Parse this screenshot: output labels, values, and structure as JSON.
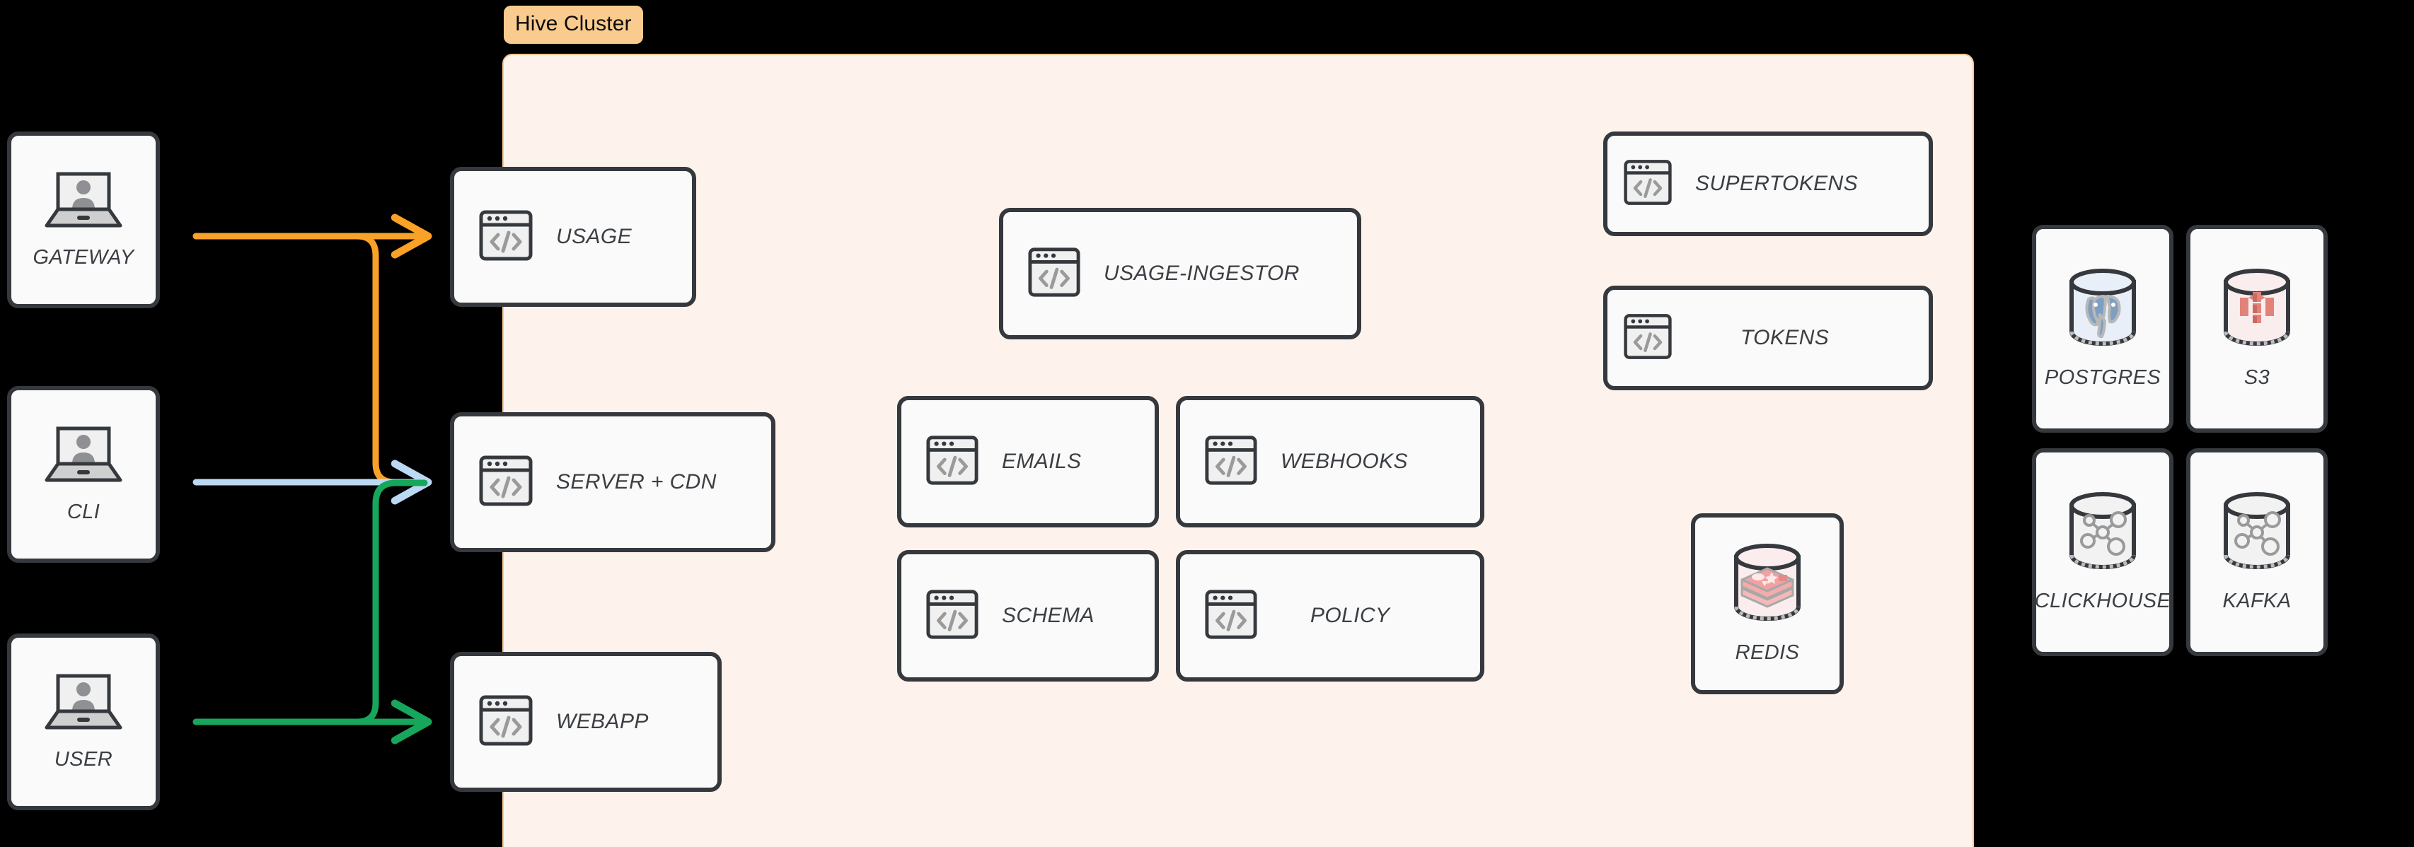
{
  "cluster": {
    "badge_label": "Hive Cluster",
    "panel_color": "#FDF3EC",
    "badge_color": "#F9CB8F",
    "border_color": "#F7C992"
  },
  "clients": [
    {
      "label": "GATEWAY",
      "icon": "laptop-user-icon"
    },
    {
      "label": "CLI",
      "icon": "laptop-user-icon"
    },
    {
      "label": "USER",
      "icon": "laptop-user-icon"
    }
  ],
  "edge_services": [
    {
      "label": "USAGE",
      "icon": "code-window-icon"
    },
    {
      "label": "SERVER + CDN",
      "icon": "code-window-icon"
    },
    {
      "label": "WEBAPP",
      "icon": "code-window-icon"
    }
  ],
  "cluster_services": [
    {
      "label": "USAGE-INGESTOR",
      "icon": "code-window-icon"
    },
    {
      "label": "EMAILS",
      "icon": "code-window-icon"
    },
    {
      "label": "WEBHOOKS",
      "icon": "code-window-icon"
    },
    {
      "label": "SCHEMA",
      "icon": "code-window-icon"
    },
    {
      "label": "POLICY",
      "icon": "code-window-icon"
    },
    {
      "label": "SUPERTOKENS",
      "icon": "code-window-icon"
    },
    {
      "label": "TOKENS",
      "icon": "code-window-icon"
    }
  ],
  "cluster_datastores": [
    {
      "label": "REDIS",
      "icon": "redis-cylinder-icon",
      "color": "#F2A1A1"
    }
  ],
  "external_datastores": [
    {
      "label": "POSTGRES",
      "icon": "postgres-cylinder-icon",
      "color": "#7E9FC0"
    },
    {
      "label": "S3",
      "icon": "s3-cylinder-icon",
      "color": "#E2837A"
    },
    {
      "label": "CLICKHOUSE",
      "icon": "generic-cylinder-icon",
      "color": "#9A9A9A"
    },
    {
      "label": "KAFKA",
      "icon": "generic-cylinder-icon",
      "color": "#9A9A9A"
    }
  ],
  "connections": [
    {
      "from": "GATEWAY",
      "to": "USAGE",
      "color": "#F9A227"
    },
    {
      "from": "GATEWAY",
      "to": "SERVER + CDN",
      "color": "#F9A227"
    },
    {
      "from": "CLI",
      "to": "SERVER + CDN",
      "color": "#BBD9F2"
    },
    {
      "from": "USER",
      "to": "SERVER + CDN",
      "color": "#16A75C"
    },
    {
      "from": "USER",
      "to": "WEBAPP",
      "color": "#16A75C"
    }
  ],
  "colors": {
    "background": "#000000",
    "card_fill": "#FAFAFA",
    "card_stroke": "#35393D",
    "label_text": "#3B3F43",
    "orange": "#F9A227",
    "blue": "#BBD9F2",
    "green": "#16A75C"
  }
}
